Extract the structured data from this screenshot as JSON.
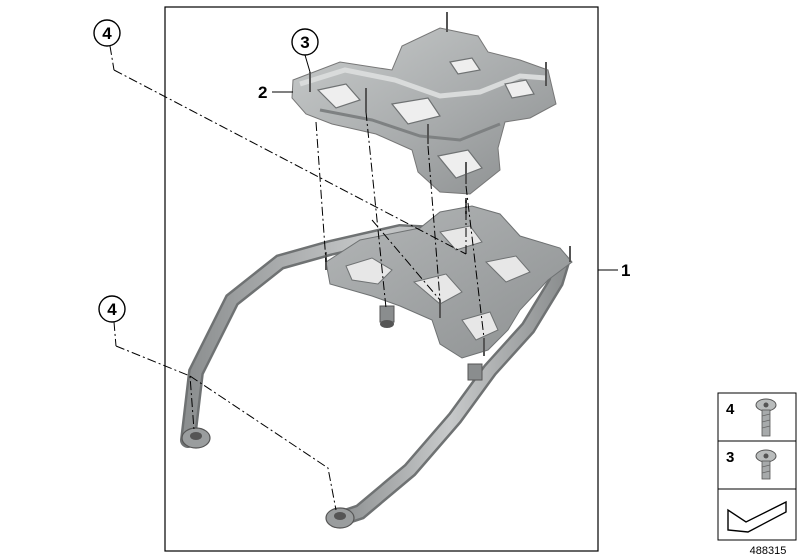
{
  "callouts": {
    "part1": "1",
    "part2": "2",
    "part3": "3",
    "part4_top": "4",
    "part4_bottom": "4"
  },
  "legend": {
    "item_a": "4",
    "item_b": "3"
  },
  "document_number": "488315",
  "colors": {
    "metal_light": "#b9bcbc",
    "metal_mid": "#9a9d9e",
    "metal_dark": "#6f7273",
    "line": "#000000"
  }
}
